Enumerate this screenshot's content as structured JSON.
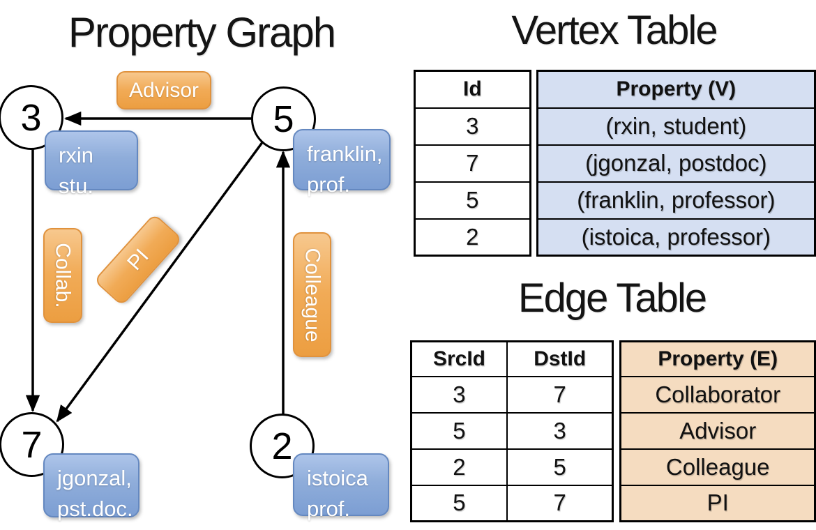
{
  "graph": {
    "title": "Property Graph",
    "nodes": [
      {
        "id": "3",
        "label_lines": [
          "rxin",
          "stu."
        ]
      },
      {
        "id": "5",
        "label_lines": [
          "franklin,",
          "prof."
        ]
      },
      {
        "id": "7",
        "label_lines": [
          "jgonzal,",
          "pst.doc."
        ]
      },
      {
        "id": "2",
        "label_lines": [
          "istoica",
          "prof."
        ]
      }
    ],
    "edges": [
      {
        "label": "Advisor",
        "from": "5",
        "to": "3"
      },
      {
        "label": "Collab.",
        "from": "3",
        "to": "7"
      },
      {
        "label": "PI",
        "from": "5",
        "to": "7"
      },
      {
        "label": "Colleague",
        "from": "2",
        "to": "5"
      }
    ]
  },
  "vertex_table": {
    "title": "Vertex Table",
    "columns": [
      "Id",
      "Property (V)"
    ],
    "rows": [
      [
        "3",
        "(rxin, student)"
      ],
      [
        "7",
        "(jgonzal, postdoc)"
      ],
      [
        "5",
        "(franklin, professor)"
      ],
      [
        "2",
        "(istoica, professor)"
      ]
    ]
  },
  "edge_table": {
    "title": "Edge Table",
    "columns": [
      "SrcId",
      "DstId",
      "Property (E)"
    ],
    "rows": [
      [
        "3",
        "7",
        "Collaborator"
      ],
      [
        "5",
        "3",
        "Advisor"
      ],
      [
        "2",
        "5",
        "Colleague"
      ],
      [
        "5",
        "7",
        "PI"
      ]
    ]
  },
  "colors": {
    "edge_label_orange": "#f0a74f",
    "edge_label_border": "#e0923d",
    "node_label_blue": "#8fadda",
    "node_label_border": "#6488c0",
    "vertex_property_fill": "#d5dff2",
    "edge_property_fill": "#f5dcc0",
    "line_black": "#000000",
    "background": "#ffffff"
  }
}
